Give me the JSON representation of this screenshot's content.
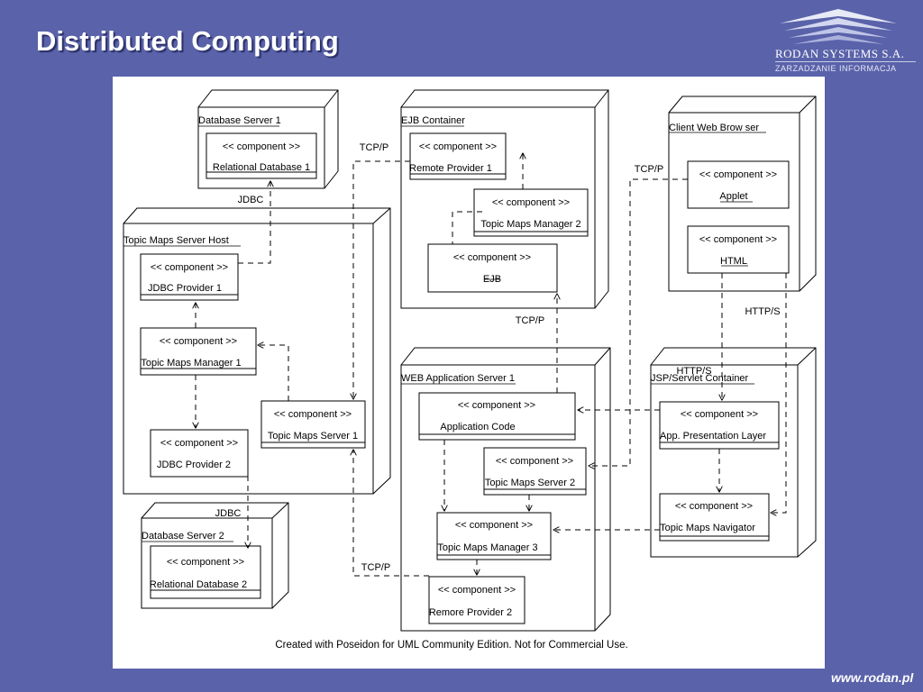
{
  "slide": {
    "title": "Distributed Computing",
    "company": "RODAN SYSTEMS S.A.",
    "tagline": "ZARZADZANIE INFORMACJA",
    "website": "www.rodan.pl"
  },
  "diagram": {
    "stereotype": "<<  component   >>",
    "footer": "Created with Poseidon for UML Community Edition. Not for Commercial Use.",
    "nodes": {
      "db1": "Database Server 1",
      "ejb": "EJB Container",
      "client": "Client Web Brow ser",
      "tmhost": "Topic Maps Server Host",
      "db2": "Database Server 2",
      "was": "WEB Application Server 1",
      "jsp": "JSP/Servlet Container"
    },
    "components": {
      "reldb1": "Relational Database 1",
      "remote1": "Remote Provider 1",
      "tmm2": "Topic Maps Manager 2",
      "ejbcomp": "EJB",
      "applet": "Applet",
      "html": "HTML",
      "jdbc1": "JDBC Provider 1",
      "tmm1": "Topic Maps Manager 1",
      "tms1": "Topic Maps Server 1",
      "jdbc2": "JDBC Provider 2",
      "reldb2": "Relational Database 2",
      "appcode": "Application Code",
      "tms2": "Topic Maps Server 2",
      "tmm3": "Topic Maps Manager 3",
      "remote2": "Remore Provider 2",
      "apl": "App. Presentation Layer",
      "tmnav": "Topic Maps Navigator"
    },
    "labels": {
      "jdbc_a": "JDBC",
      "jdbc_b": "JDBC",
      "tcp_a": "TCP/P",
      "tcp_b": "TCP/P",
      "tcp_c": "TCP/P",
      "tcp_d": "TCP/P",
      "https_a": "HTTP/S",
      "https_b": "HTTP/S"
    }
  },
  "colors": {
    "background": "#5a62aa",
    "canvas": "#ffffff"
  }
}
